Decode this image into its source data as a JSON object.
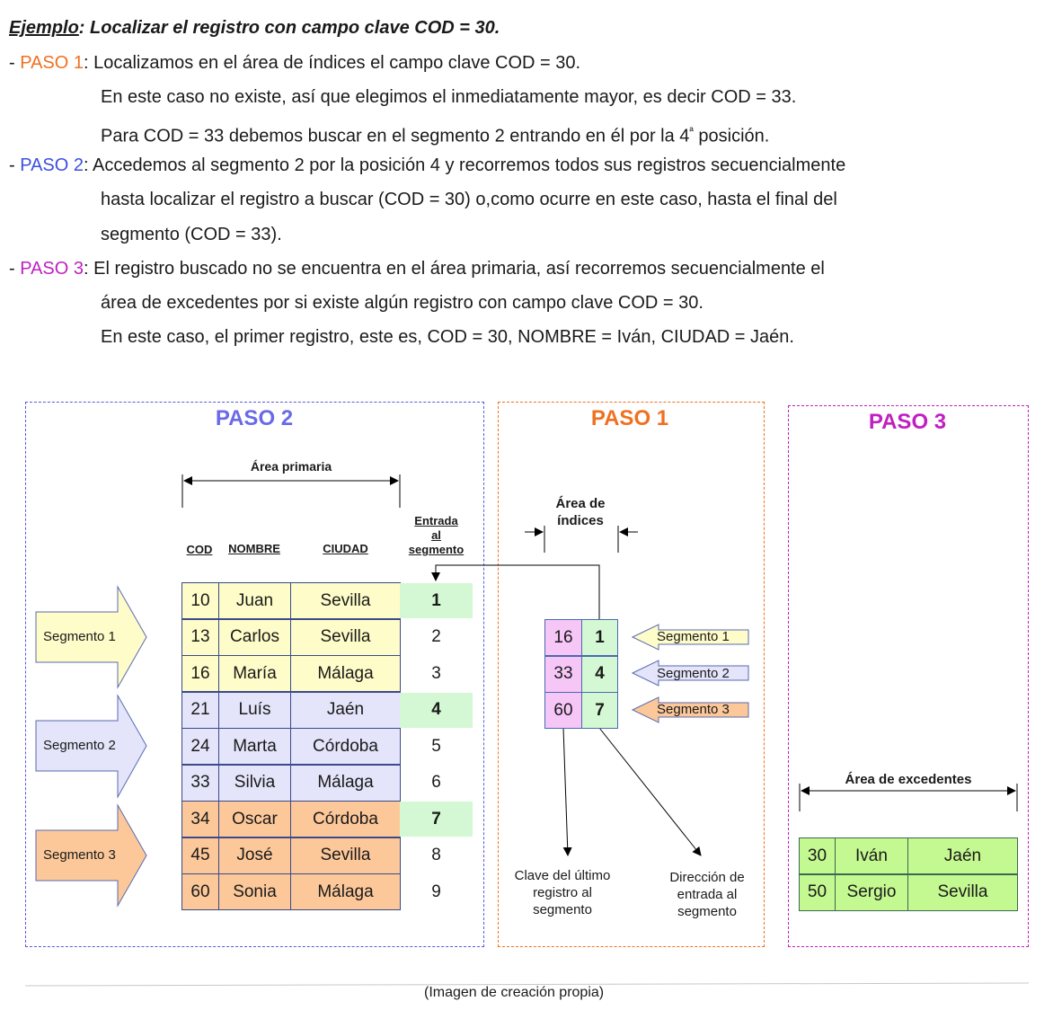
{
  "text": {
    "heading_prefix": "Ejemplo",
    "heading_rest": ": Localizar el registro con campo clave COD = 30.",
    "dash": "- ",
    "paso1_label": "PASO 1",
    "paso1_line1": ": Localizamos en el área de índices el campo clave COD = 30.",
    "paso1_line2": "En este caso no existe, así que elegimos el inmediatamente mayor, es decir COD = 33.",
    "paso1_line3a": "Para COD = 33 debemos buscar en el segmento 2 entrando en él por la 4",
    "paso1_line3sup": "ª",
    "paso1_line3b": " posición.",
    "paso2_label": "PASO 2",
    "paso2_line1": ": Accedemos al segmento 2 por la posición 4 y recorremos todos sus registros secuencialmente",
    "paso2_line2": "hasta localizar el registro a buscar (COD = 30) o,como ocurre en este caso, hasta el final del",
    "paso2_line3": "segmento (COD = 33).",
    "paso3_label": "PASO 3",
    "paso3_line1": ": El registro buscado no se encuentra en el área primaria, así recorremos secuencialmente el",
    "paso3_line2": "área de excedentes por si existe algún registro con campo clave COD = 30.",
    "paso3_line3": "En este caso, el primer registro, este es, COD = 30, NOMBRE = Iván, CIUDAD = Jaén."
  },
  "colors": {
    "paso1": "#f07020",
    "paso2": "#3b4fe0",
    "paso3": "#c020c0",
    "seg1": "#fefcc8",
    "seg2": "#e4e4fa",
    "seg3": "#fcc89a",
    "entry_hl": "#d4f8d4",
    "idx_key": "#f6c6f6",
    "idx_dir": "#d4f8d4",
    "exc": "#c4f890"
  },
  "panels": {
    "paso2_title": "PASO 2",
    "paso1_title": "PASO 1",
    "paso3_title": "PASO 3"
  },
  "primary": {
    "area_label": "Área primaria",
    "col_cod": "COD",
    "col_nombre": "NOMBRE",
    "col_ciudad": "CIUDAD",
    "col_entrada_1": "Entrada",
    "col_entrada_2": "al",
    "col_entrada_3": "segmento",
    "rows": [
      {
        "cod": "10",
        "nombre": "Juan",
        "ciudad": "Sevilla",
        "entrada": "1",
        "seg": 1,
        "hl": true
      },
      {
        "cod": "13",
        "nombre": "Carlos",
        "ciudad": "Sevilla",
        "entrada": "2",
        "seg": 1,
        "hl": false
      },
      {
        "cod": "16",
        "nombre": "María",
        "ciudad": "Málaga",
        "entrada": "3",
        "seg": 1,
        "hl": false
      },
      {
        "cod": "21",
        "nombre": "Luís",
        "ciudad": "Jaén",
        "entrada": "4",
        "seg": 2,
        "hl": true
      },
      {
        "cod": "24",
        "nombre": "Marta",
        "ciudad": "Córdoba",
        "entrada": "5",
        "seg": 2,
        "hl": false
      },
      {
        "cod": "33",
        "nombre": "Silvia",
        "ciudad": "Málaga",
        "entrada": "6",
        "seg": 2,
        "hl": false
      },
      {
        "cod": "34",
        "nombre": "Oscar",
        "ciudad": "Córdoba",
        "entrada": "7",
        "seg": 3,
        "hl": true
      },
      {
        "cod": "45",
        "nombre": "José",
        "ciudad": "Sevilla",
        "entrada": "8",
        "seg": 3,
        "hl": false
      },
      {
        "cod": "60",
        "nombre": "Sonia",
        "ciudad": "Málaga",
        "entrada": "9",
        "seg": 3,
        "hl": false
      }
    ],
    "segments": [
      "Segmento 1",
      "Segmento 2",
      "Segmento 3"
    ]
  },
  "index": {
    "area_label_1": "Área de",
    "area_label_2": "índices",
    "rows": [
      {
        "key": "16",
        "dir": "1",
        "seg": "Segmento 1"
      },
      {
        "key": "33",
        "dir": "4",
        "seg": "Segmento 2"
      },
      {
        "key": "60",
        "dir": "7",
        "seg": "Segmento 3"
      }
    ],
    "note_key_1": "Clave del último",
    "note_key_2": "registro al",
    "note_key_3": "segmento",
    "note_dir_1": "Dirección de",
    "note_dir_2": "entrada al",
    "note_dir_3": "segmento"
  },
  "overflow": {
    "area_label": "Área de excedentes",
    "rows": [
      {
        "cod": "30",
        "nombre": "Iván",
        "ciudad": "Jaén"
      },
      {
        "cod": "50",
        "nombre": "Sergio",
        "ciudad": "Sevilla"
      }
    ]
  },
  "caption": "(Imagen de creación propia)"
}
